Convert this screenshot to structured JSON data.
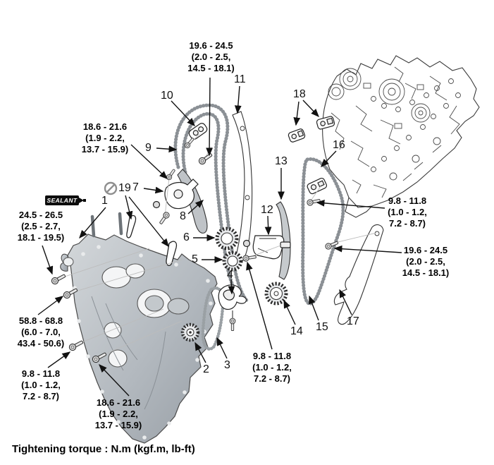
{
  "footer": "Tightening torque : N.m (kgf.m, lb-ft)",
  "sealant": "SEALANT",
  "colors": {
    "ink": "#111111",
    "cover_metal": "#b3b9bf"
  },
  "labels": {
    "top": {
      "l1": "19.6 - 24.5",
      "l2": "(2.0 - 2.5,",
      "l3": "14.5 - 18.1)"
    },
    "left_upper": {
      "l1": "18.6 - 21.6",
      "l2": "(1.9 - 2.2,",
      "l3": "13.7 - 15.9)"
    },
    "left_mid": {
      "l1": "24.5 - 26.5",
      "l2": "(2.5 - 2.7,",
      "l3": "18.1 - 19.5)"
    },
    "left_lower": {
      "l1": "58.8 - 68.8",
      "l2": "(6.0 - 7.0,",
      "l3": "43.4 - 50.6)"
    },
    "left_bottom": {
      "l1": "9.8 - 11.8",
      "l2": "(1.0 - 1.2,",
      "l3": "7.2 - 8.7)"
    },
    "bottom_center_left": {
      "l1": "18.6 - 21.6",
      "l2": "(1.9 - 2.2,",
      "l3": "13.7 - 15.9)"
    },
    "bottom_center": {
      "l1": "9.8 - 11.8",
      "l2": "(1.0 - 1.2,",
      "l3": "7.2 - 8.7)"
    },
    "right_upper": {
      "l1": "9.8 - 11.8",
      "l2": "(1.0 - 1.2,",
      "l3": "7.2 - 8.7)"
    },
    "right_lower": {
      "l1": "19.6 - 24.5",
      "l2": "(2.0 - 2.5,",
      "l3": "14.5 - 18.1)"
    }
  },
  "callouts": {
    "c1": "1",
    "c2": "2",
    "c3": "3",
    "c4": "4",
    "c5": "5",
    "c6": "6",
    "c7": "7",
    "c8": "8",
    "c9": "9",
    "c10": "10",
    "c11": "11",
    "c12": "12",
    "c13": "13",
    "c14": "14",
    "c15": "15",
    "c16": "16",
    "c17": "17",
    "c18": "18",
    "c19": "19"
  }
}
